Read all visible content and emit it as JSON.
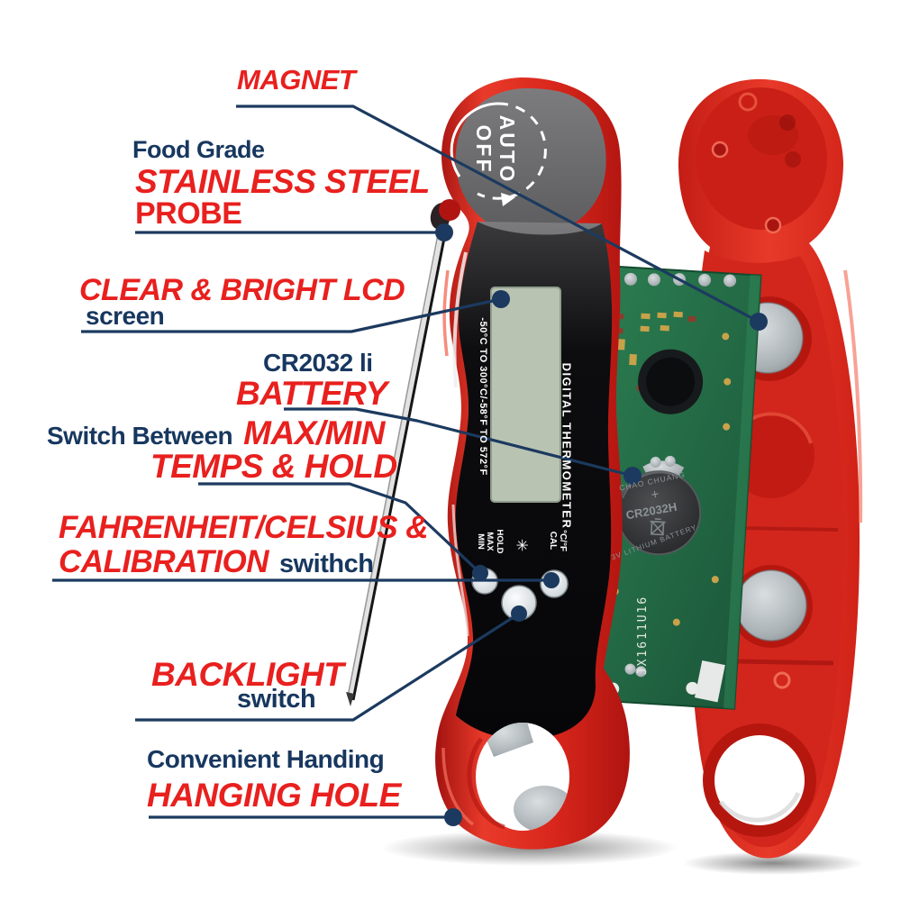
{
  "callouts": {
    "magnet": {
      "label": "MAGNET"
    },
    "probe": {
      "intro": "Food Grade",
      "label_line1": "STAINLESS STEEL",
      "label_line2": "PROBE"
    },
    "lcd": {
      "label": "CLEAR & BRIGHT LCD",
      "suffix": "screen"
    },
    "battery": {
      "intro": "CR2032 li",
      "label": "BATTERY"
    },
    "max_min": {
      "intro": "Switch Between",
      "label_line1": "MAX/MIN",
      "label_line2": "TEMPS & HOLD"
    },
    "calibration": {
      "label_line1": "FAHRENHEIT/CELSIUS &",
      "label_line2": "CALIBRATION",
      "suffix": "swithch"
    },
    "backlight": {
      "label": "BACKLIGHT",
      "suffix": "switch"
    },
    "hanging_hole": {
      "intro": "Convenient Handing",
      "label": "HANGING HOLE"
    }
  },
  "device": {
    "auto_off": "AUTO\nOFF",
    "temp_range": "-50°C TO 300°C/-58°F TO 572°F",
    "product_name": "DIGITAL THERMOMETER",
    "buttons": {
      "hold_max_min": "HOLD\nMAX\nMIN",
      "backlight_icon": "✳",
      "cf_cal": "°C/°F\nCAL"
    },
    "battery": {
      "brand": "CHAO CHUANG",
      "polarity": "+",
      "model": "CR2032H",
      "type": "3V LITHIUM BATTERY"
    },
    "pcb_code": "JX1611U16"
  },
  "colors": {
    "accent_red": "#e8201e",
    "label_navy": "#17375f",
    "callout_line": "#1c3a5f",
    "device_red": "#e03227",
    "pcb_green": "#1f6b42",
    "lcd_green": "#b9c3b2",
    "magnet_silver": "#a9b0b4"
  }
}
